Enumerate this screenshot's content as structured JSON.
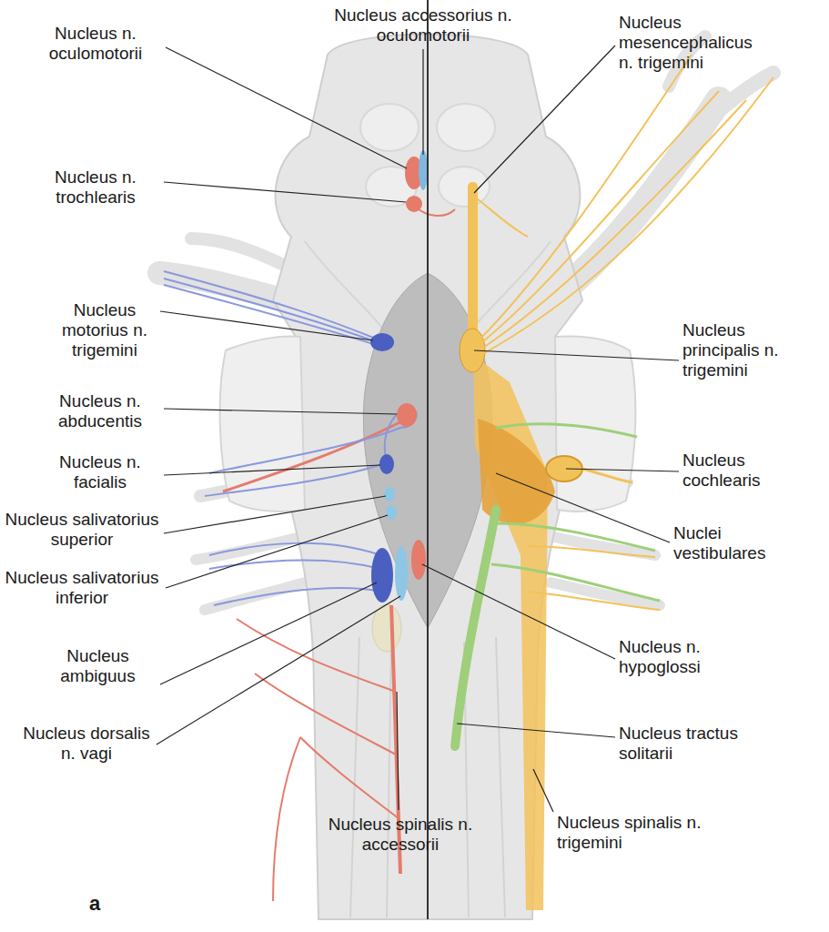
{
  "diagram": {
    "labels": [
      "Nucleus accessorius n. oculomotorii",
      "Nucleus n. oculomotorii",
      "Nucleus n. trochlearis",
      "Nucleus motorius n. trigemini",
      "Nucleus n. abducentis",
      "Nucleus n. facialis",
      "Nucleus salivatorius superior",
      "Nucleus salivatorius inferior",
      "Nucleus ambiguus",
      "Nucleus dorsalis n. vagi",
      "Nucleus spinalis n. accessorii",
      "Nucleus mesencephalicus n. trigemini",
      "Nucleus principalis n. trigemini",
      "Nucleus cochlearis",
      "Nuclei vestibulares",
      "Nucleus n. hypoglossi",
      "Nucleus tractus solitarii",
      "Nucleus spinalis n. trigemini",
      "a"
    ]
  }
}
